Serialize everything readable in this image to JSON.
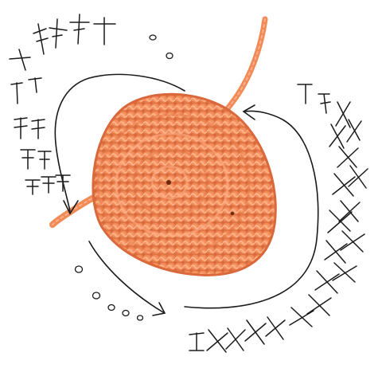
{
  "diagram": {
    "subject": "crochet-swatch-with-stitch-chart",
    "colors": {
      "yarn": "#f08a57",
      "yarn_dark": "#d9683a",
      "yarn_light": "#ffb08a",
      "ink": "#1a1a1a",
      "background": "#ffffff"
    },
    "symbols": {
      "chain": "oval",
      "single_crochet": "x-mark",
      "half_double_crochet": "t-mark",
      "double_crochet": "crossed-t-mark"
    },
    "direction": "clockwise-spiral"
  }
}
